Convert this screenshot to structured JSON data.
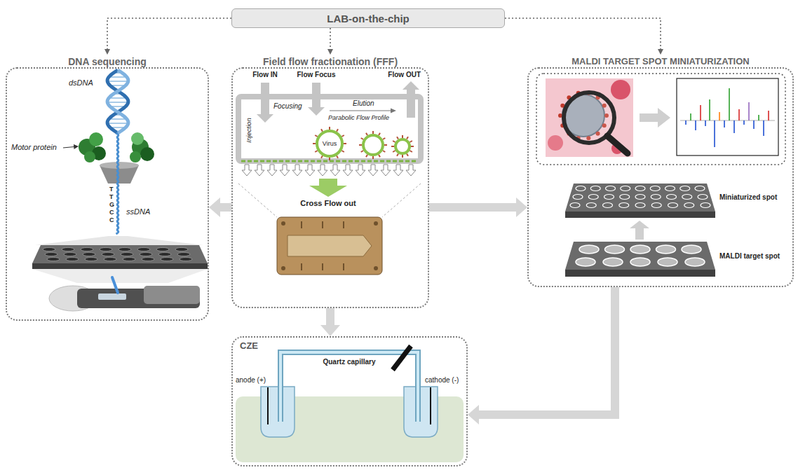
{
  "diagram": {
    "nodes": [
      {
        "text": [
          "LAB-on-the-chip"
        ]
      },
      {
        "text": [
          "DNA sequencing"
        ]
      },
      {
        "text": [
          "Field flow fractionation (FFF)"
        ]
      },
      {
        "text": [
          "MALDI TARGET SPOT MINIATURIZATION"
        ]
      },
      {
        "text": [
          "CZE"
        ]
      }
    ],
    "edges": [
      {
        "from": 0,
        "to": 1,
        "arrow": "to"
      },
      {
        "from": 0,
        "to": 2,
        "arrow": "to"
      },
      {
        "from": 0,
        "to": 3,
        "arrow": "to"
      },
      {
        "from": 2,
        "to": 1,
        "arrow": "to"
      },
      {
        "from": 2,
        "to": 3,
        "arrow": "to"
      },
      {
        "from": 2,
        "to": 4,
        "arrow": "to"
      },
      {
        "from": 3,
        "to": 4,
        "arrow": "to"
      }
    ],
    "labels": [
      "dsDNA",
      "Motor protein",
      "T",
      "T",
      "G",
      "C",
      "C",
      "ssDNA",
      "Flow IN",
      "Flow Focus",
      "Elution",
      "Flow OUT",
      "Injection",
      "Focusing",
      "Parabolic Flow Profile",
      "Virus",
      "Cross Flow out",
      "Miniaturized spot",
      "MALDI target spot",
      "Quartz capillary",
      "anode (+)",
      "cathode (-)"
    ]
  }
}
